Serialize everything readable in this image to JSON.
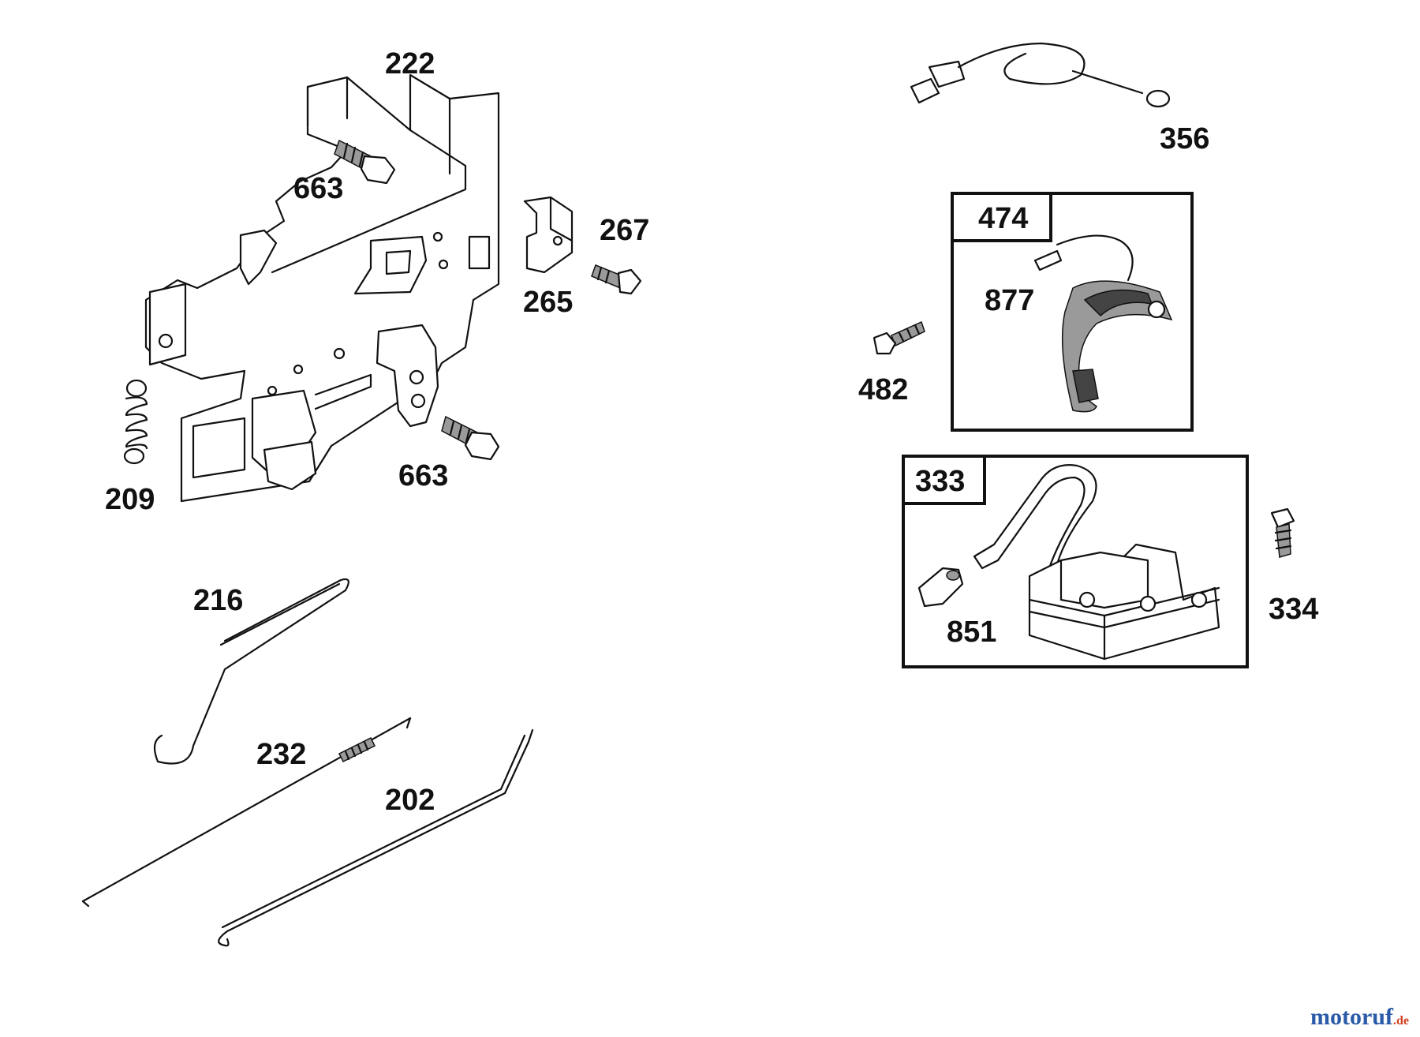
{
  "parts": {
    "p222": "222",
    "p663a": "663",
    "p267": "267",
    "p265": "265",
    "p663b": "663",
    "p209": "209",
    "p216": "216",
    "p232": "232",
    "p202": "202",
    "p356": "356",
    "p474": "474",
    "p877": "877",
    "p482": "482",
    "p333": "333",
    "p851": "851",
    "p334": "334"
  },
  "watermark": {
    "brand": "motoruf",
    "tld": ".de"
  },
  "icons": [
    "control-bracket",
    "screw",
    "clip",
    "spring",
    "governor-link",
    "choke-link",
    "throttle-link",
    "ground-wire",
    "armature-assembly",
    "spark-plug-boot",
    "ignition-coil"
  ]
}
